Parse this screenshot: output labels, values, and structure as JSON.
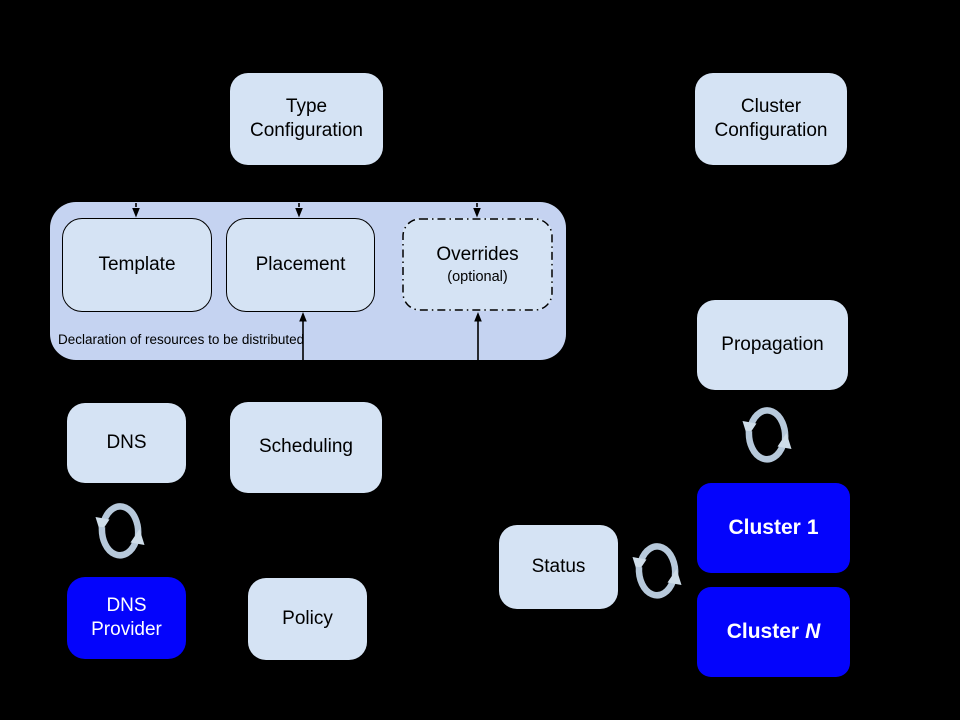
{
  "diagram": {
    "background": "#000000",
    "colors": {
      "box_fill": "#d5e3f4",
      "group_fill": "#c5d3f1",
      "cluster_fill": "#0404fc",
      "text": "#000000",
      "cluster_text": "#ffffff",
      "sync_icon": "#b7c9db"
    },
    "nodes": {
      "type_config": {
        "label": "Type\nConfiguration"
      },
      "cluster_config": {
        "label": "Cluster\nConfiguration"
      },
      "template": {
        "label": "Template"
      },
      "placement": {
        "label": "Placement"
      },
      "overrides": {
        "label": "Overrides",
        "sublabel": "(optional)"
      },
      "dns": {
        "label": "DNS"
      },
      "scheduling": {
        "label": "Scheduling"
      },
      "dns_provider": {
        "label": "DNS\nProvider"
      },
      "policy": {
        "label": "Policy"
      },
      "propagation": {
        "label": "Propagation"
      },
      "status": {
        "label": "Status"
      },
      "cluster_1": {
        "label": "Cluster",
        "suffix": "1"
      },
      "cluster_n": {
        "label": "Cluster",
        "suffix": "N"
      }
    },
    "group": {
      "caption": "Declaration of resources to be distributed"
    }
  }
}
